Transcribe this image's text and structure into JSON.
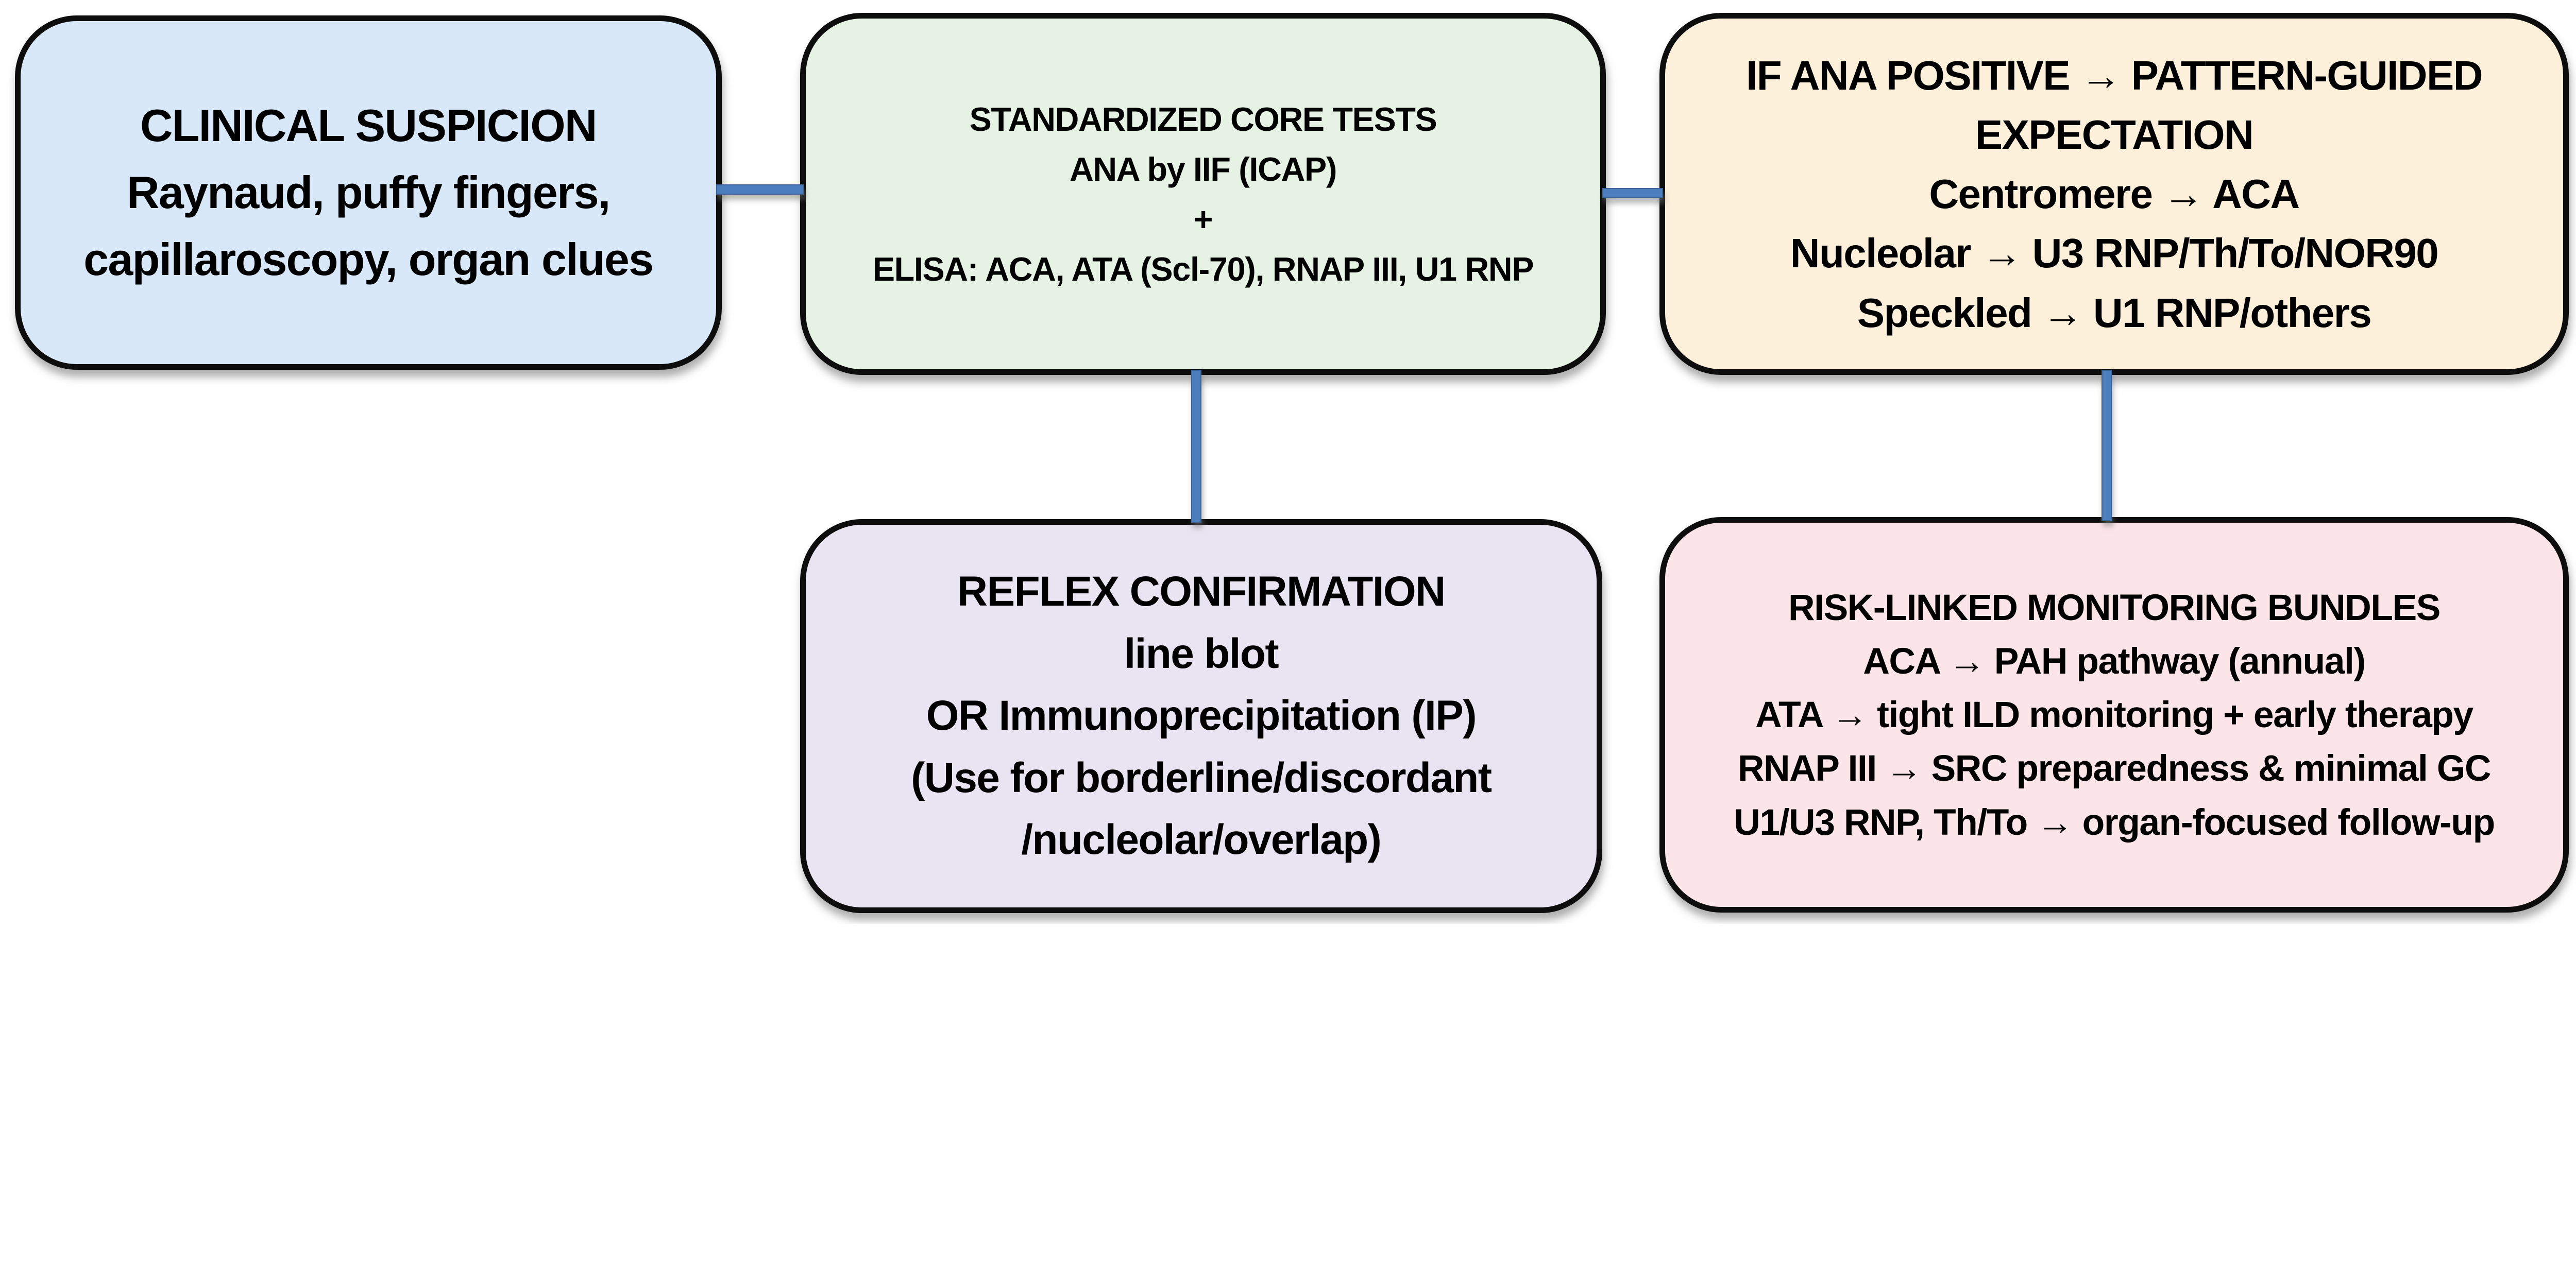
{
  "diagram": {
    "background": "#ffffff",
    "border_color": "#0d0d0d",
    "connector_color": "#4d7ebd",
    "connector_border_color": "#3a6398",
    "boxes": [
      {
        "id": "clinical-suspicion",
        "fill": "#d9e8f8",
        "lines": [
          "CLINICAL SUSPICION",
          "Raynaud, puffy fingers,",
          "capillaroscopy, organ clues"
        ]
      },
      {
        "id": "standardized-core-tests",
        "fill": "#e5f2e4",
        "lines": [
          "STANDARDIZED CORE TESTS",
          "ANA by IIF (ICAP)",
          "+",
          "ELISA: ACA, ATA (Scl-70), RNAP III, U1 RNP"
        ]
      },
      {
        "id": "pattern-guided-expectation",
        "fill": "#fdf0da",
        "lines": [
          "IF ANA POSITIVE → PATTERN-GUIDED",
          "EXPECTATION",
          "Centromere → ACA",
          "Nucleolar → U3 RNP/Th/To/NOR90",
          "Speckled → U1 RNP/others"
        ]
      },
      {
        "id": "reflex-confirmation",
        "fill": "#e9e4f2",
        "lines": [
          "REFLEX CONFIRMATION",
          "line blot",
          "OR Immunoprecipitation (IP)",
          "(Use for borderline/discordant",
          "/nucleolar/overlap)"
        ]
      },
      {
        "id": "risk-linked-monitoring-bundles",
        "fill": "#fce5e9",
        "lines": [
          "RISK-LINKED MONITORING BUNDLES",
          "ACA → PAH pathway (annual)",
          "ATA → tight ILD monitoring + early therapy",
          "RNAP III → SRC preparedness & minimal GC",
          "U1/U3 RNP, Th/To → organ-focused follow-up"
        ]
      }
    ]
  }
}
